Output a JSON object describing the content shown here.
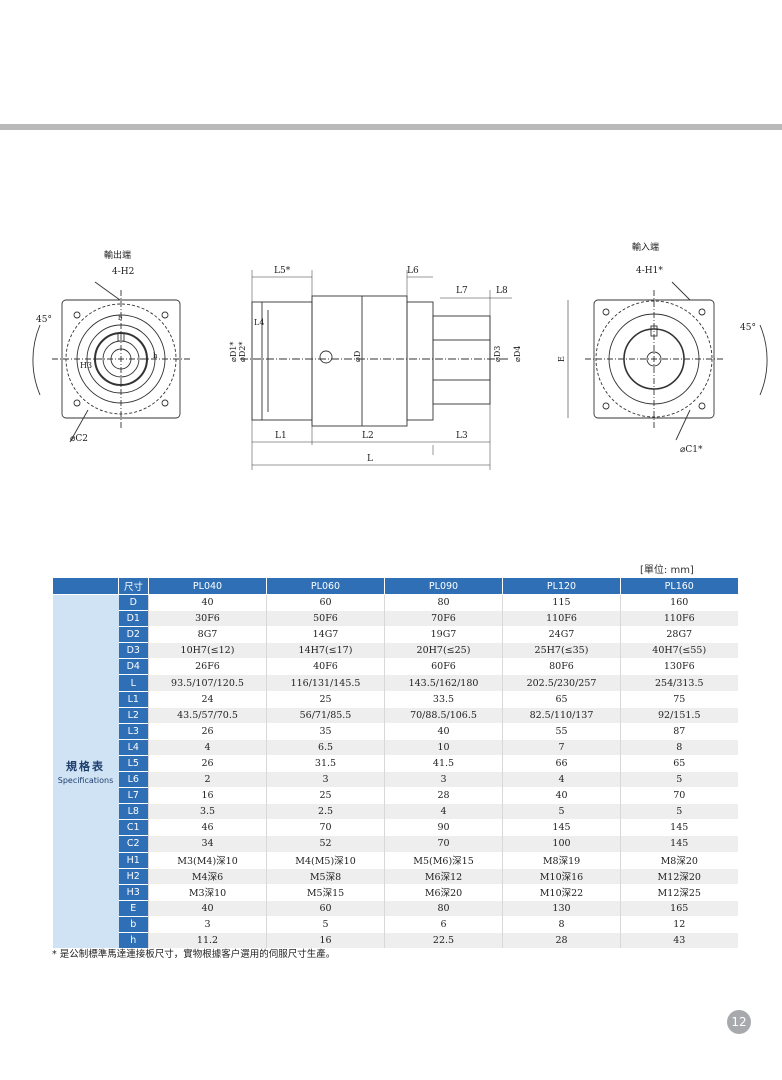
{
  "drawing": {
    "output_end_label": "輸出端",
    "input_end_label": "輸入端",
    "labels": {
      "h2": "4-H2",
      "h1": "4-H1*",
      "angle": "45°",
      "c2": "⌀C2",
      "c1": "⌀C1*",
      "b": "b",
      "h": "h",
      "h3": "H3",
      "e": "E",
      "l5": "L5*",
      "l4": "L4",
      "l6": "L6",
      "l7": "L7",
      "l8": "L8",
      "d1": "⌀D1*",
      "d2": "⌀D2*",
      "d": "⌀D",
      "d3": "⌀D3",
      "d4": "⌀D4",
      "l1": "L1",
      "l2": "L2",
      "l3": "L3",
      "l": "L"
    }
  },
  "unit_note": "[單位: mm]",
  "table": {
    "header_label": "尺寸",
    "side_title": "規格表",
    "side_subtitle": "Specifications",
    "models": [
      "PL040",
      "PL060",
      "PL090",
      "PL120",
      "PL160"
    ],
    "rows": [
      {
        "key": "D",
        "values": [
          "40",
          "60",
          "80",
          "115",
          "160"
        ]
      },
      {
        "key": "D1",
        "values": [
          "30F6",
          "50F6",
          "70F6",
          "110F6",
          "110F6"
        ]
      },
      {
        "key": "D2",
        "values": [
          "8G7",
          "14G7",
          "19G7",
          "24G7",
          "28G7"
        ]
      },
      {
        "key": "D3",
        "values": [
          "10H7(≤12)",
          "14H7(≤17)",
          "20H7(≤25)",
          "25H7(≤35)",
          "40H7(≤55)"
        ]
      },
      {
        "key": "D4",
        "values": [
          "26F6",
          "40F6",
          "60F6",
          "80F6",
          "130F6"
        ]
      },
      {
        "key": "L",
        "values": [
          "93.5/107/120.5",
          "116/131/145.5",
          "143.5/162/180",
          "202.5/230/257",
          "254/313.5"
        ]
      },
      {
        "key": "L1",
        "values": [
          "24",
          "25",
          "33.5",
          "65",
          "75"
        ]
      },
      {
        "key": "L2",
        "values": [
          "43.5/57/70.5",
          "56/71/85.5",
          "70/88.5/106.5",
          "82.5/110/137",
          "92/151.5"
        ]
      },
      {
        "key": "L3",
        "values": [
          "26",
          "35",
          "40",
          "55",
          "87"
        ]
      },
      {
        "key": "L4",
        "values": [
          "4",
          "6.5",
          "10",
          "7",
          "8"
        ]
      },
      {
        "key": "L5",
        "values": [
          "26",
          "31.5",
          "41.5",
          "66",
          "65"
        ]
      },
      {
        "key": "L6",
        "values": [
          "2",
          "3",
          "3",
          "4",
          "5"
        ]
      },
      {
        "key": "L7",
        "values": [
          "16",
          "25",
          "28",
          "40",
          "70"
        ]
      },
      {
        "key": "L8",
        "values": [
          "3.5",
          "2.5",
          "4",
          "5",
          "5"
        ]
      },
      {
        "key": "C1",
        "values": [
          "46",
          "70",
          "90",
          "145",
          "145"
        ]
      },
      {
        "key": "C2",
        "values": [
          "34",
          "52",
          "70",
          "100",
          "145"
        ]
      },
      {
        "key": "H1",
        "values": [
          "M3(M4)深10",
          "M4(M5)深10",
          "M5(M6)深15",
          "M8深19",
          "M8深20"
        ]
      },
      {
        "key": "H2",
        "values": [
          "M4深6",
          "M5深8",
          "M6深12",
          "M10深16",
          "M12深20"
        ]
      },
      {
        "key": "H3",
        "values": [
          "M3深10",
          "M5深15",
          "M6深20",
          "M10深22",
          "M12深25"
        ]
      },
      {
        "key": "E",
        "values": [
          "40",
          "60",
          "80",
          "130",
          "165"
        ]
      },
      {
        "key": "b",
        "values": [
          "3",
          "5",
          "6",
          "8",
          "12"
        ]
      },
      {
        "key": "h",
        "values": [
          "11.2",
          "16",
          "22.5",
          "28",
          "43"
        ]
      }
    ]
  },
  "footnote": "* 是公制標準馬達連接板尺寸，實物根據客户選用的伺服尺寸生產。",
  "page_number": "12"
}
